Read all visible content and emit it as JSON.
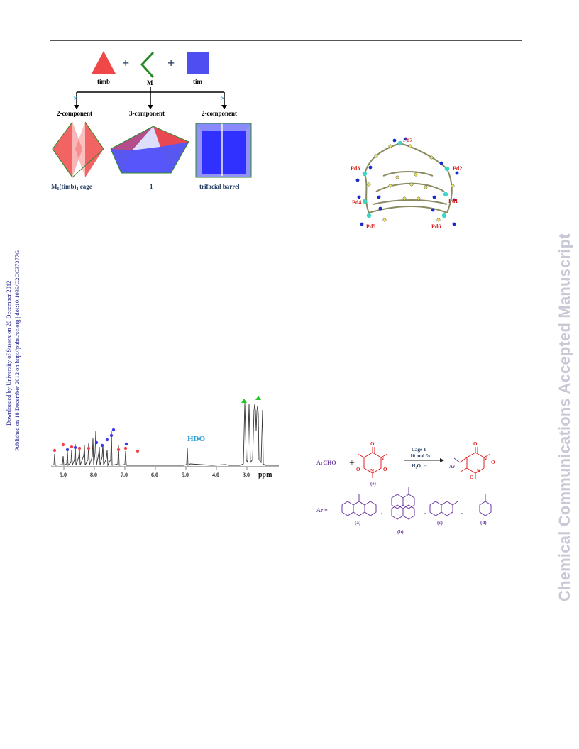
{
  "margin_notes": {
    "downloaded": "Downloaded by University of Sussex on 20 December 2012",
    "published": "Published on 18 December 2012 on http://pubs.rsc.org | doi:10.1039/C2CC37377G"
  },
  "watermark": "Chemical Communications Accepted Manuscript",
  "figure_assembly": {
    "plus1": "+",
    "plus2": "+",
    "label_timb": "timb",
    "label_m": "M",
    "label_tim": "tim",
    "branch_left": "2-component",
    "branch_mid": "3-component",
    "branch_right": "2-component",
    "x_left": "×",
    "x_right": "×",
    "caption_left_pre": "M",
    "caption_left_sub": "6",
    "caption_left_mid": "(timb)",
    "caption_left_sub2": "4",
    "caption_left_post": " cage",
    "caption_mid": "1",
    "caption_right": "trifacial barrel"
  },
  "figure_crystal": {
    "labels": [
      "Pd7",
      "Pd3",
      "Pd2",
      "Pd4",
      "Pd1",
      "Pd5",
      "Pd6"
    ]
  },
  "figure_nmr": {
    "hdo": "HDO",
    "ticks": [
      "9.0",
      "8.0",
      "7.0",
      "6.0",
      "5.0",
      "4.0",
      "3.0"
    ],
    "unit": "ppm"
  },
  "figure_scheme": {
    "reactant": "ArCHO",
    "plus": "+",
    "cpd_e": "(e)",
    "arrow_top1": "Cage 1",
    "arrow_top2": "10 mol %",
    "arrow_bottom": "H₂O, rt",
    "product_ar": "Ar",
    "ar_eq": "Ar =",
    "lab_a": "(a)",
    "lab_b": "(b)",
    "lab_c": "(c)",
    "lab_d": "(d)",
    "O": "O",
    "N": "N",
    "comma": ","
  },
  "colors": {
    "red": "#f04848",
    "blue": "#3b3bef",
    "green": "#2a8a2a",
    "navy": "#1f3a5f",
    "purple": "#6a3aa0",
    "teal": "#2a9bd6"
  }
}
